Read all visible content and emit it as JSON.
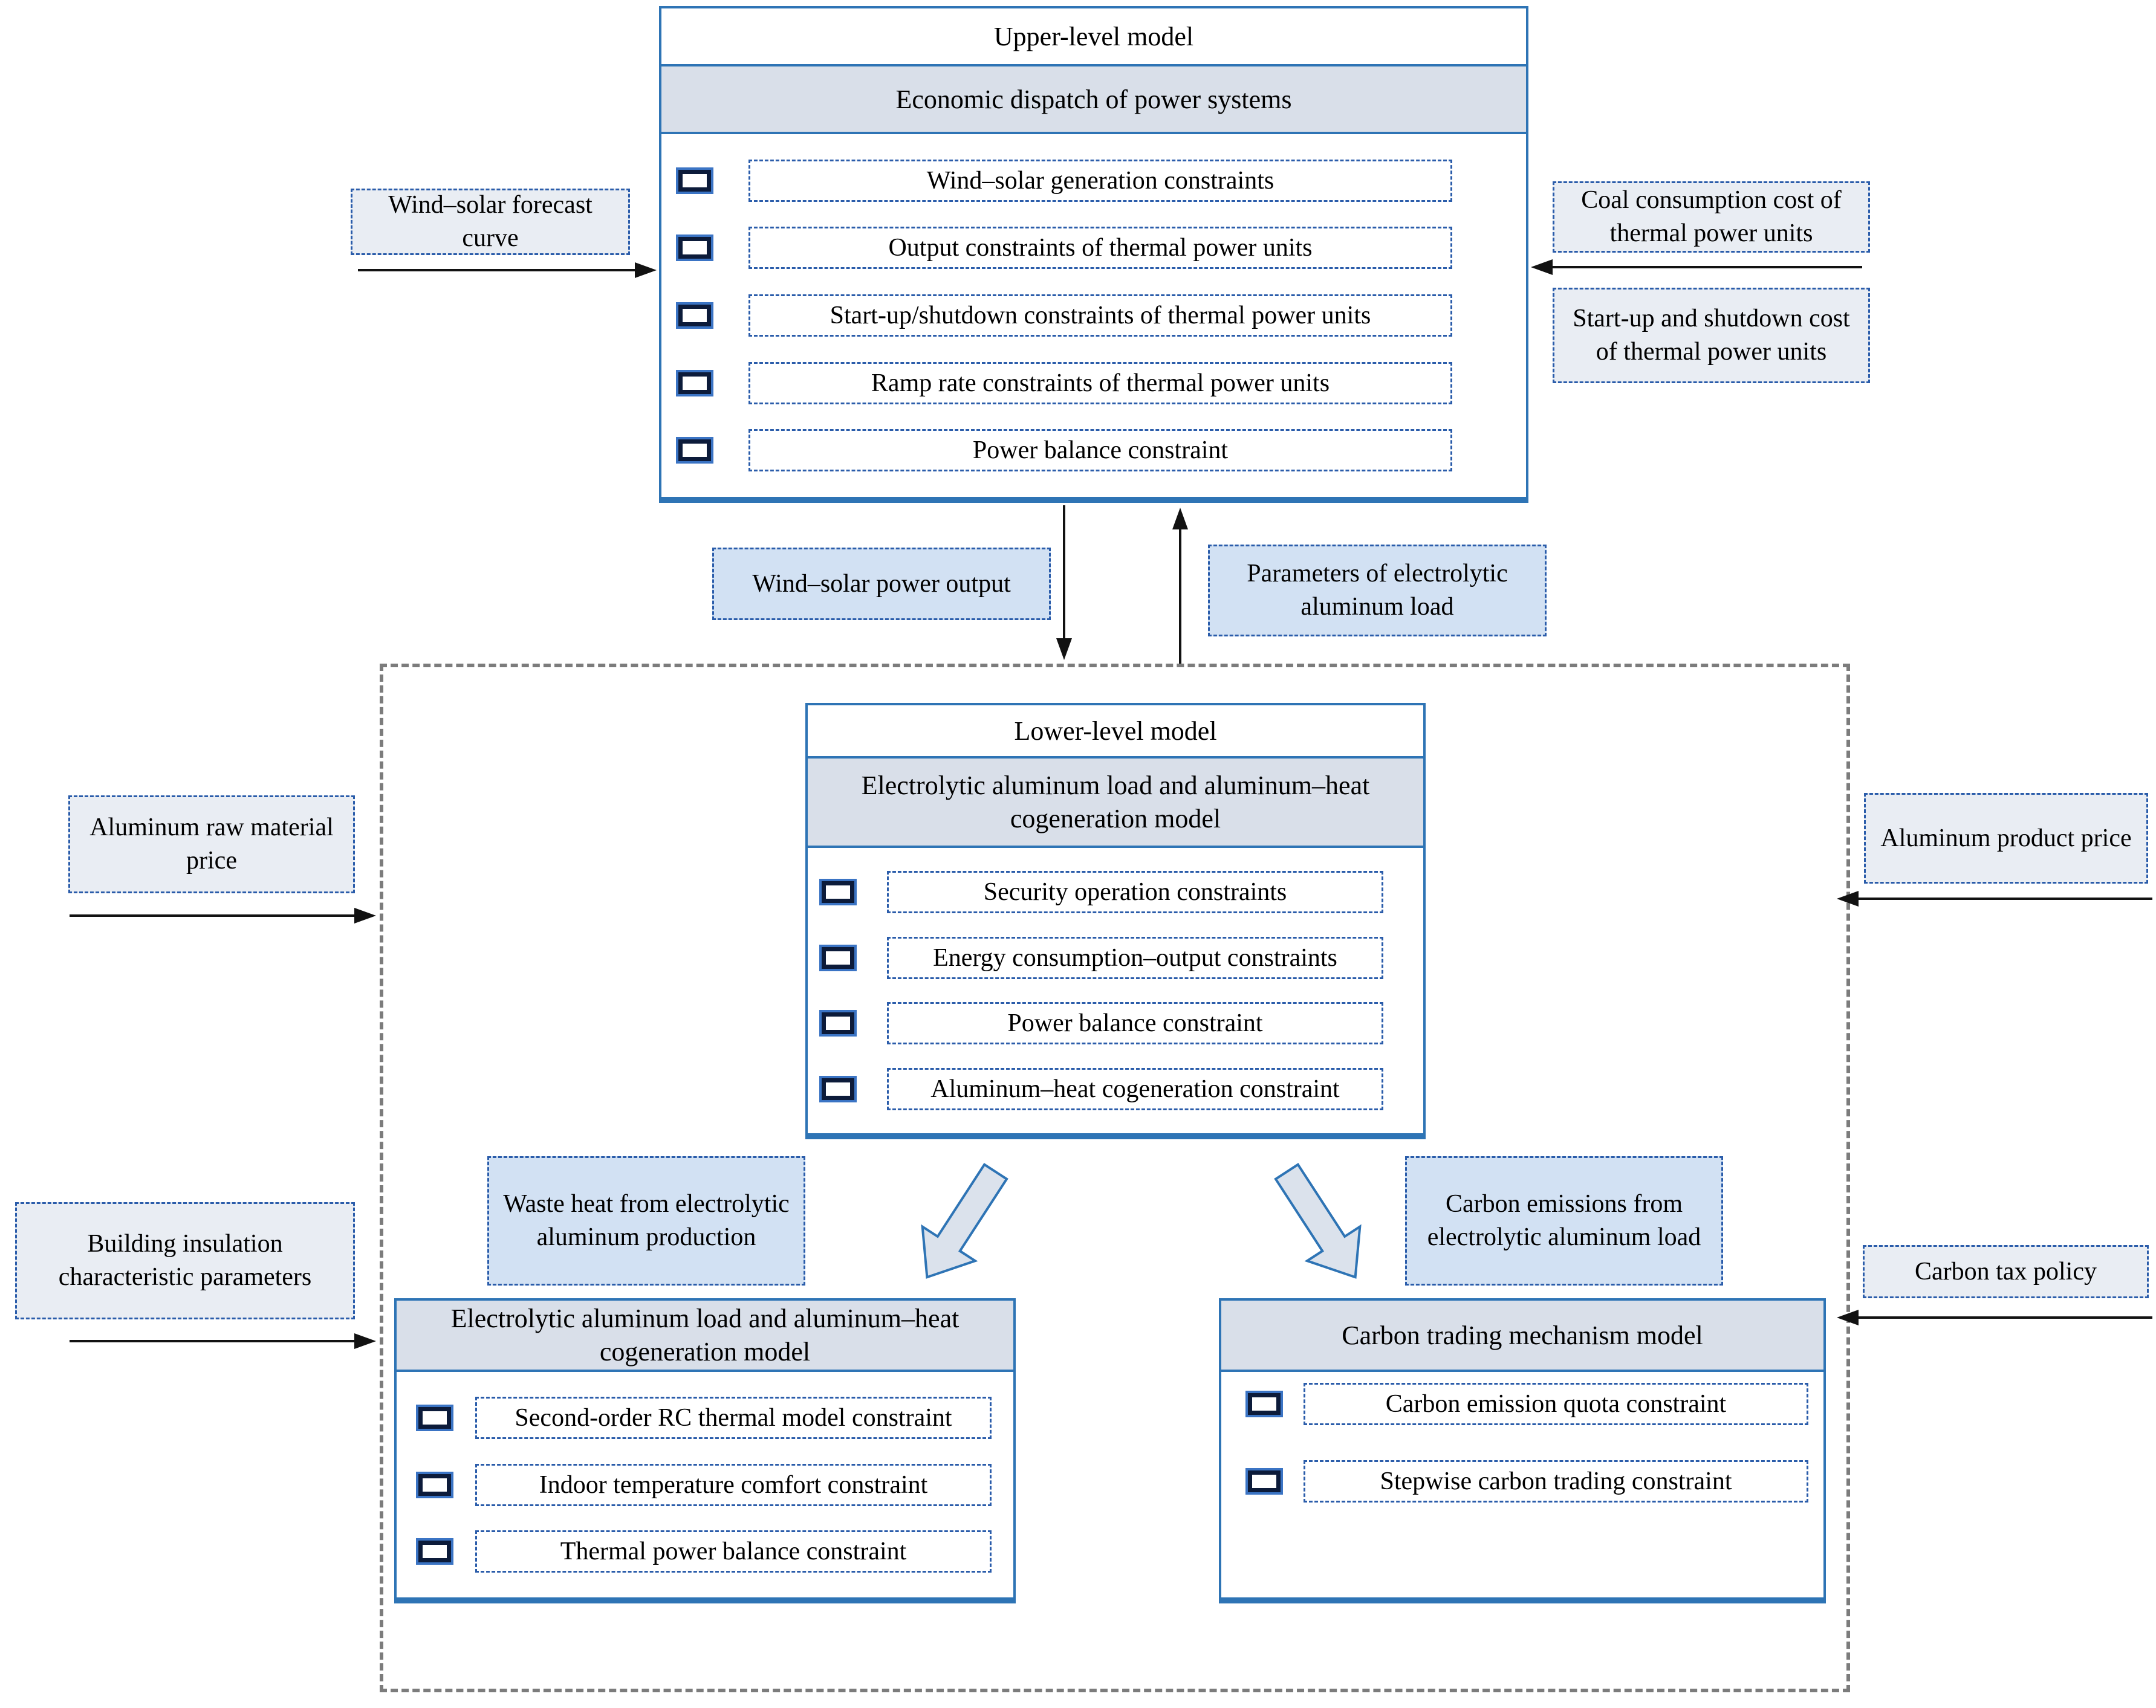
{
  "colors": {
    "box_border_blue": "#2e74b5",
    "dash_border_blue": "#2a5caa",
    "header_fill": "#d9dfe9",
    "label_fill_blue": "#d2e1f3",
    "label_fill_gray": "#e9edf3",
    "container_dash_gray": "#7c7c7c",
    "checkbox_border": "#0c1b3a",
    "checkbox_glow": "#3b74c4",
    "arrow_black": "#121212",
    "block_arrow_fill": "#dbe2ec"
  },
  "upper_model": {
    "title": "Upper-level model",
    "header": "Economic dispatch of power systems",
    "constraints": [
      "Wind–solar generation constraints",
      "Output constraints of thermal power units",
      "Start-up/shutdown constraints of thermal power units",
      "Ramp rate constraints of thermal power units",
      "Power balance constraint"
    ]
  },
  "top_inputs": {
    "wind_solar_forecast": "Wind–solar forecast curve",
    "coal_cost": "Coal consumption cost of thermal power units",
    "startup_cost": "Start-up and shutdown cost of thermal power units"
  },
  "exchange": {
    "down_label": "Wind–solar power output",
    "up_label": "Parameters of electrolytic aluminum load"
  },
  "lower_model": {
    "title": "Lower-level model",
    "header": "Electrolytic aluminum load and aluminum–heat cogeneration model",
    "constraints": [
      "Security operation constraints",
      "Energy consumption–output constraints",
      "Power balance constraint",
      "Aluminum–heat cogeneration constraint"
    ]
  },
  "flows": {
    "waste_heat": "Waste heat from electrolytic aluminum production",
    "carbon_emissions": "Carbon emissions from electrolytic aluminum load"
  },
  "thermal_model": {
    "header": "Electrolytic aluminum load and aluminum–heat cogeneration model",
    "constraints": [
      "Second-order RC thermal model constraint",
      "Indoor temperature comfort constraint",
      "Thermal power balance constraint"
    ]
  },
  "carbon_model": {
    "header": "Carbon trading mechanism model",
    "constraints": [
      "Carbon emission quota constraint",
      "Stepwise carbon trading constraint"
    ]
  },
  "side_inputs": {
    "aluminum_raw": "Aluminum raw material price",
    "building_insulation": "Building insulation characteristic parameters",
    "aluminum_product": "Aluminum product price",
    "carbon_tax": "Carbon tax policy"
  }
}
